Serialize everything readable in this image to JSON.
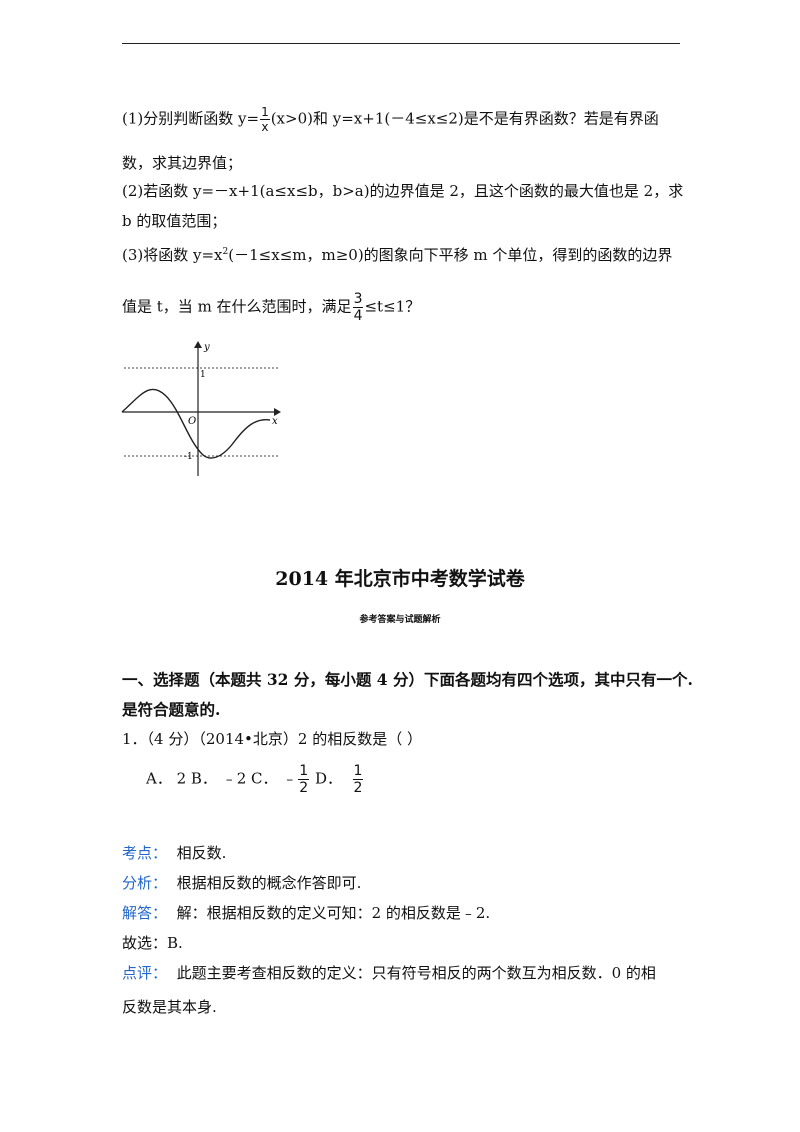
{
  "problem": {
    "p1_prefix": "(1)分别判断函数  y=",
    "p1_frac_num": "1",
    "p1_frac_den": "x",
    "p1_suffix": "(x>0)和 y=x+1(－4≤x≤2)是不是有界函数？若是有界函",
    "p1_line2": "数，求其边界值；",
    "p2_line1": "(2)若函数 y=－x+1(a≤x≤b，b>a)的边界值是 2，且这个函数的最大值也是 2，求",
    "p2_line2": "b 的取值范围；",
    "p3_prefix": "(3)将函数  y=x",
    "p3_sup": "2",
    "p3_suffix": "(－1≤x≤m，m≥0)的图象向下平移 m 个单位，得到的函数的边界",
    "p3_line2_prefix": "值是 t，当 m 在什么范围时，满足",
    "p3_frac_num": "3",
    "p3_frac_den": "4",
    "p3_line2_suffix": "≤t≤1？"
  },
  "graph": {
    "y_label": "y",
    "x_label": "x",
    "origin_label": "O",
    "top_label": "1",
    "bottom_label": "-1"
  },
  "title": "2014 年北京市中考数学试卷",
  "subtitle": "参考答案与试题解析",
  "section": {
    "line1": "一、选择题（本题共 32 分，每小题 4 分）下面各题均有四个选项，其中只有一个.",
    "line2": "是符合题意的."
  },
  "question": {
    "stem": "1．（4 分）（2014•北京）2 的相反数是（        ）",
    "options_prefix": "A．  2 B．  ﹣2 C．  ﹣",
    "c_num": "1",
    "c_den": "2",
    "d_label": " D．",
    "d_num": "1",
    "d_den": "2"
  },
  "answer": {
    "kaodian_label": "考点：",
    "kaodian_text": "相反数.",
    "fenxi_label": "分析：",
    "fenxi_text": "根据相反数的概念作答即可.",
    "jieda_label": "解答：",
    "jieda_text": "解：根据相反数的定义可知：2 的相反数是﹣2.",
    "guxuan": "故选：B.",
    "dianping_label": "点评：",
    "dianping_text": "此题主要考查相反数的定义：只有符号相反的两个数互为相反数．0 的相",
    "dianping_line2": "反数是其本身."
  }
}
